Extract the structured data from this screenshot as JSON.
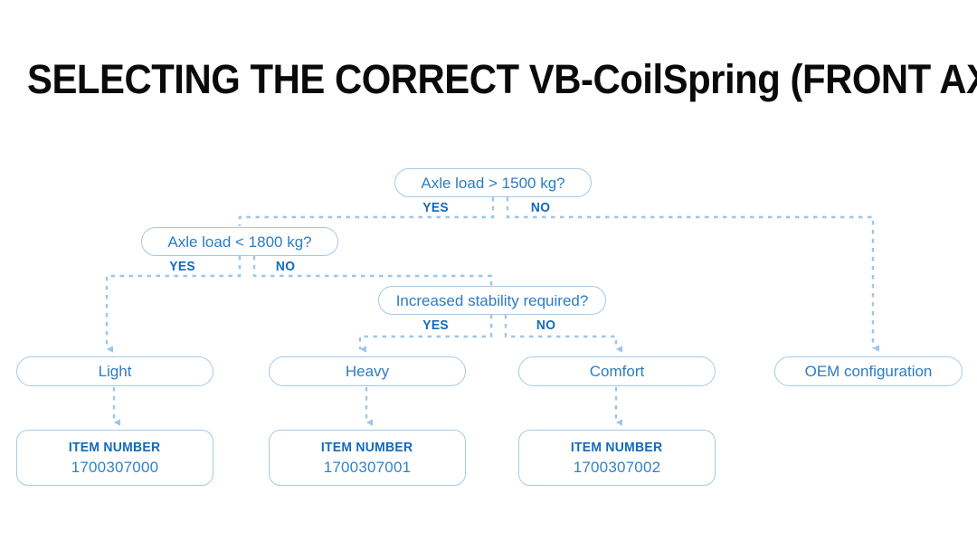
{
  "title": "SELECTING THE CORRECT VB-CoilSpring (FRONT AXLE)",
  "labels": {
    "yes": "YES",
    "no": "NO"
  },
  "colors": {
    "node_text": "#2b7cc4",
    "yesno_text": "#1269bf",
    "border": "#a6c9e6",
    "connector": "#9dc6e8",
    "title_text": "#0a0a0a",
    "background": "#ffffff"
  },
  "decisions": [
    {
      "id": "d1",
      "text": "Axle load > 1500 kg?"
    },
    {
      "id": "d2",
      "text": "Axle load < 1800 kg?"
    },
    {
      "id": "d3",
      "text": "Increased stability required?"
    }
  ],
  "results": [
    {
      "id": "r1",
      "text": "Light"
    },
    {
      "id": "r2",
      "text": "Heavy"
    },
    {
      "id": "r3",
      "text": "Comfort"
    },
    {
      "id": "r4",
      "text": "OEM configuration"
    }
  ],
  "items": [
    {
      "id": "i1",
      "header": "ITEM NUMBER",
      "number": "1700307000"
    },
    {
      "id": "i2",
      "header": "ITEM NUMBER",
      "number": "1700307001"
    },
    {
      "id": "i3",
      "header": "ITEM NUMBER",
      "number": "1700307002"
    }
  ],
  "flow": {
    "d1_yes_to": "d2",
    "d1_no_to": "r4",
    "d2_yes_to": "r1",
    "d2_no_to": "d3",
    "d3_yes_to": "r2",
    "d3_no_to": "r3",
    "r1_to": "i1",
    "r2_to": "i2",
    "r3_to": "i3"
  }
}
